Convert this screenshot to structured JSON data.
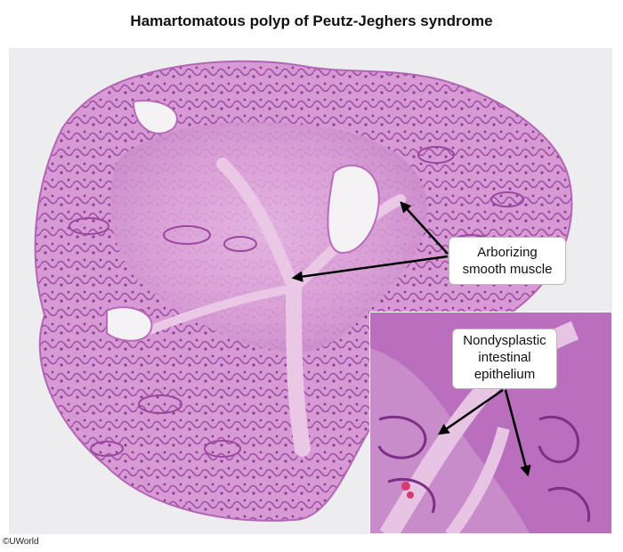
{
  "title": "Hamartomatous polyp of Peutz-Jeghers syndrome",
  "callouts": {
    "smooth_muscle": {
      "line1": "Arborizing",
      "line2": "smooth muscle"
    },
    "epithelium": {
      "line1": "Nondysplastic",
      "line2": "intestinal",
      "line3": "epithelium"
    }
  },
  "copyright": "©UWorld",
  "colors": {
    "background": "#ededf0",
    "tissue_dark": "#b766b8",
    "tissue_mid": "#cf8fd0",
    "tissue_light": "#e8c6e6",
    "stroma": "#dba9d8",
    "arrow": "#000000"
  }
}
